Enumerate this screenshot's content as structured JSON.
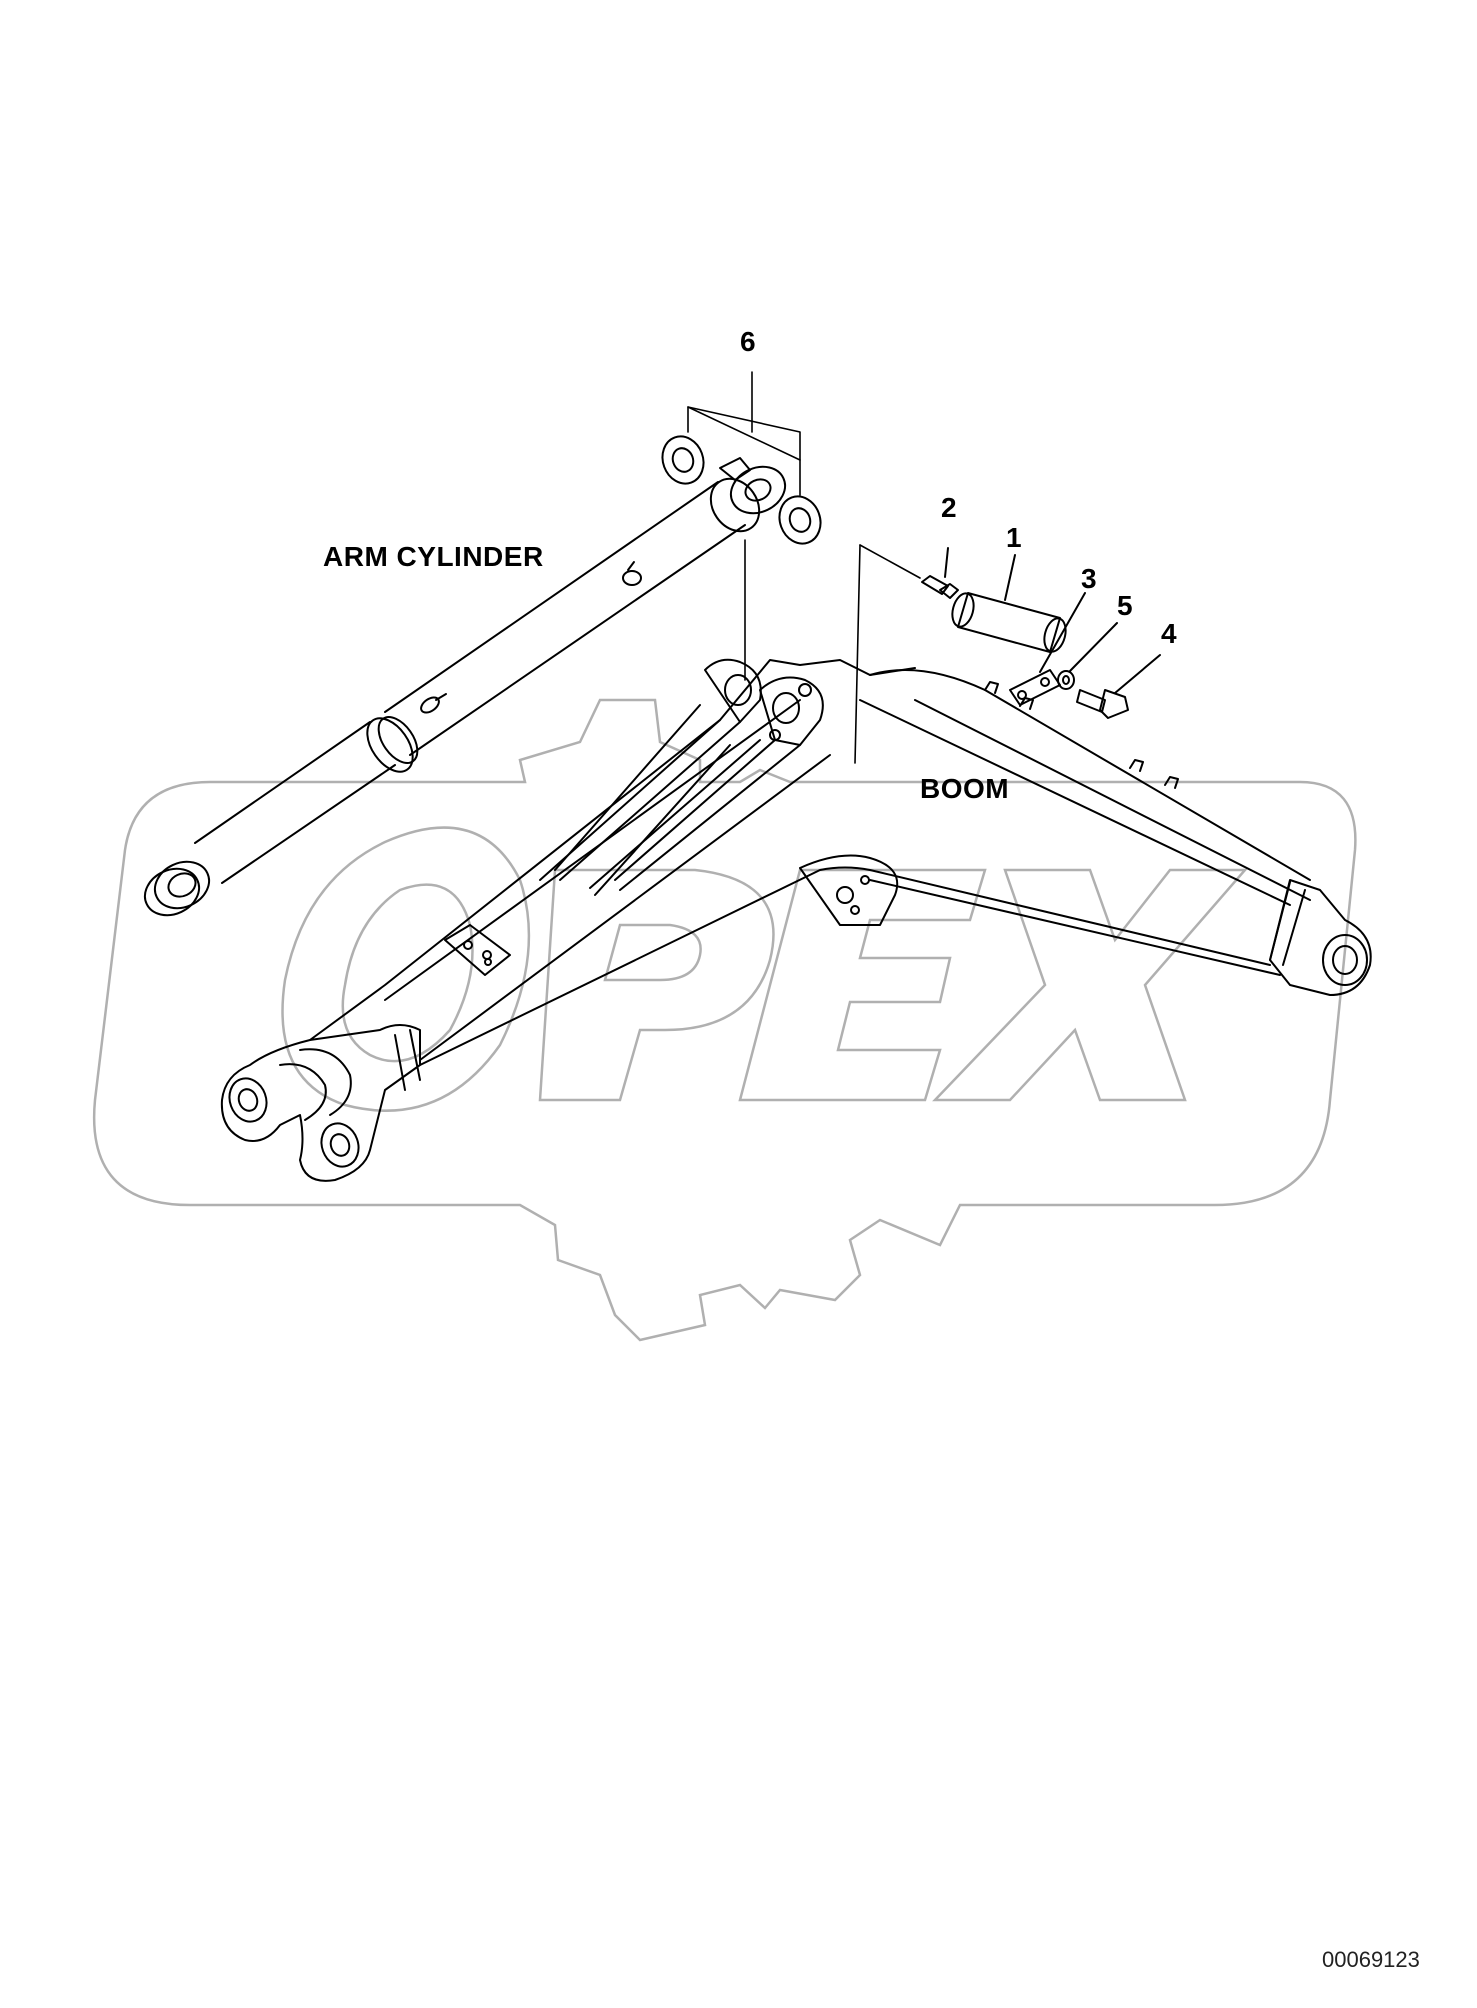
{
  "diagram": {
    "part_labels": {
      "arm_cylinder": "ARM CYLINDER",
      "boom": "BOOM"
    },
    "callouts": [
      "6",
      "2",
      "1",
      "3",
      "5",
      "4"
    ],
    "watermark_text": "OPEX",
    "document_id": "00069123"
  },
  "colors": {
    "line": "#000000",
    "watermark": "#b0b0b0",
    "background": "#ffffff"
  }
}
